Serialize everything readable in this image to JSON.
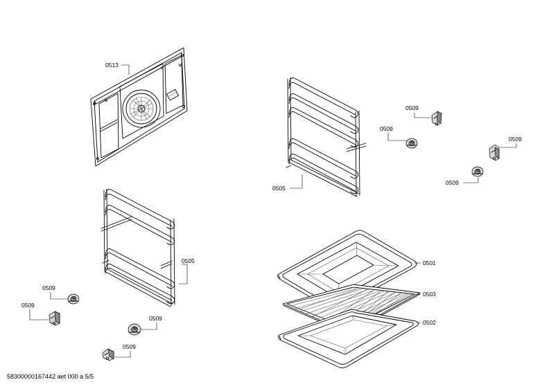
{
  "labels": {
    "back_panel": "0513",
    "left_rack": "0505",
    "right_rack": "0505",
    "pan_deep": "0501",
    "wire_grid": "0503",
    "pan_flat": "0502",
    "clip_upper_1": "0509",
    "clip_upper_2": "0509",
    "clip_upper_3": "0509",
    "clip_upper_4": "0509",
    "clip_lower_1": "0509",
    "clip_lower_2": "0509",
    "clip_lower_3": "0509",
    "clip_lower_4": "0509"
  },
  "footer": "58300000167442 aet 000 a 5/5"
}
